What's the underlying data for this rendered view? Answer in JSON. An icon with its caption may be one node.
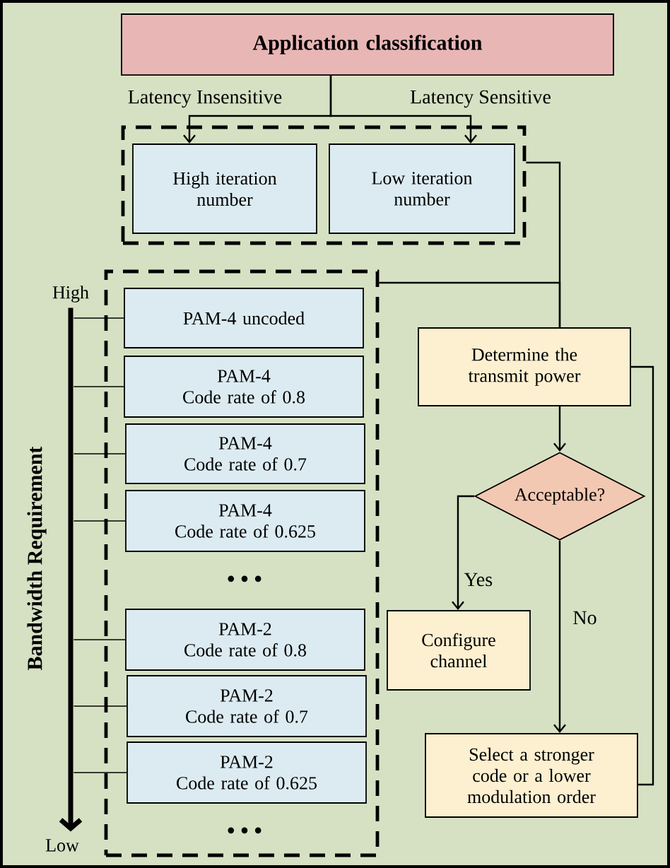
{
  "diagram": {
    "nodes": [
      {
        "text": [
          "Application classification"
        ]
      },
      {
        "text": [],
        "shape": "box"
      },
      {
        "text": [
          "High iteration number"
        ],
        "in": 1
      },
      {
        "text": [
          "Low iteration number"
        ],
        "in": 1
      },
      {
        "text": [],
        "shape": "box"
      },
      {
        "text": [
          "PAM-4 uncoded"
        ],
        "in": 4
      },
      {
        "text": [
          "PAM-4",
          "Code rate of 0.8"
        ],
        "in": 4
      },
      {
        "text": [
          "PAM-4",
          "Code rate of 0.7"
        ],
        "in": 4
      },
      {
        "text": [
          "PAM-4",
          "Code rate of 0.625"
        ],
        "in": 4
      },
      {
        "text": [
          "PAM-2",
          "Code rate of 0.8"
        ],
        "in": 4
      },
      {
        "text": [
          "PAM-2",
          "Code rate of 0.7"
        ],
        "in": 4
      },
      {
        "text": [
          "PAM-2",
          "Code rate of 0.625"
        ],
        "in": 4
      },
      {
        "text": [
          "Determine the transmit power"
        ]
      },
      {
        "text": [
          "Acceptable?"
        ]
      },
      {
        "text": [
          "Configure channel"
        ]
      },
      {
        "text": [
          "Select a stronger code or a lower modulation order"
        ]
      },
      {
        "text": [],
        "shape": "arrow"
      }
    ],
    "edges": [
      {
        "from": 0,
        "to": 2,
        "arrow": "to",
        "label": "Latency Insensitive"
      },
      {
        "from": 0,
        "to": 3,
        "arrow": "to",
        "label": "Latency Sensitive"
      },
      {
        "from": 1,
        "to": 12,
        "arrow": "none"
      },
      {
        "from": 4,
        "to": 12,
        "arrow": "none"
      },
      {
        "from": 12,
        "to": 13,
        "arrow": "to"
      },
      {
        "from": 13,
        "to": 14,
        "arrow": "to",
        "label": "Yes"
      },
      {
        "from": 13,
        "to": 15,
        "arrow": "to",
        "label": "No"
      },
      {
        "from": 15,
        "to": 12,
        "arrow": "none"
      },
      {
        "from": 16,
        "to": 5,
        "arrow": "none"
      },
      {
        "from": 16,
        "to": 6,
        "arrow": "none"
      },
      {
        "from": 16,
        "to": 7,
        "arrow": "none"
      },
      {
        "from": 16,
        "to": 8,
        "arrow": "none"
      },
      {
        "from": 16,
        "to": 9,
        "arrow": "none"
      },
      {
        "from": 16,
        "to": 10,
        "arrow": "none"
      },
      {
        "from": 16,
        "to": 11,
        "arrow": "none"
      }
    ],
    "labels": [
      "High",
      "Bandwidth Requirement",
      "• • •",
      "Low",
      "• • •"
    ]
  }
}
